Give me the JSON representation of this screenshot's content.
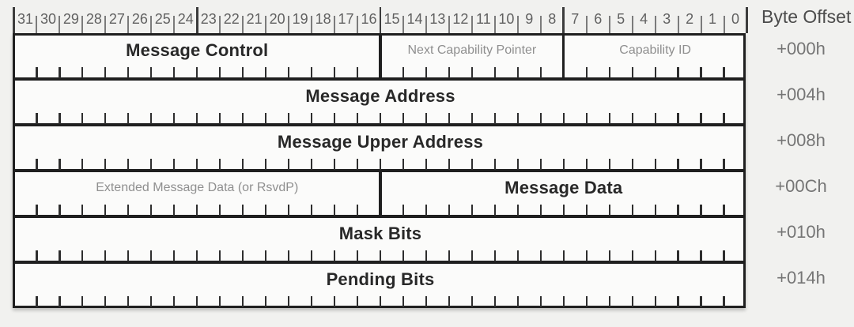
{
  "byte_offset_header": "Byte Offset",
  "colors": {
    "background": "#f1f1ef",
    "row_fill": "#fbfbfa",
    "border": "#1f1f1f",
    "label_primary": "#282828",
    "label_secondary": "#8f8f8f",
    "ruler_number": "#616161",
    "offset_text": "#757575",
    "header_text": "#4c4c4c"
  },
  "ruler": {
    "bits": [
      31,
      30,
      29,
      28,
      27,
      26,
      25,
      24,
      23,
      22,
      21,
      20,
      19,
      18,
      17,
      16,
      15,
      14,
      13,
      12,
      11,
      10,
      9,
      8,
      7,
      6,
      5,
      4,
      3,
      2,
      1,
      0
    ]
  },
  "rows": [
    {
      "offset": "+000h",
      "fields": [
        {
          "label": "Message Control",
          "msb": 31,
          "lsb": 16,
          "style": "primary"
        },
        {
          "label": "Next Capability Pointer",
          "msb": 15,
          "lsb": 8,
          "style": "secondary"
        },
        {
          "label": "Capability ID",
          "msb": 7,
          "lsb": 0,
          "style": "secondary"
        }
      ]
    },
    {
      "offset": "+004h",
      "fields": [
        {
          "label": "Message Address",
          "msb": 31,
          "lsb": 0,
          "style": "primary"
        }
      ]
    },
    {
      "offset": "+008h",
      "fields": [
        {
          "label": "Message Upper Address",
          "msb": 31,
          "lsb": 0,
          "style": "primary"
        }
      ]
    },
    {
      "offset": "+00Ch",
      "fields": [
        {
          "label": "Extended Message Data (or RsvdP)",
          "msb": 31,
          "lsb": 16,
          "style": "secondary"
        },
        {
          "label": "Message Data",
          "msb": 15,
          "lsb": 0,
          "style": "primary"
        }
      ]
    },
    {
      "offset": "+010h",
      "fields": [
        {
          "label": "Mask Bits",
          "msb": 31,
          "lsb": 0,
          "style": "primary"
        }
      ]
    },
    {
      "offset": "+014h",
      "fields": [
        {
          "label": "Pending Bits",
          "msb": 31,
          "lsb": 0,
          "style": "primary"
        }
      ]
    }
  ]
}
